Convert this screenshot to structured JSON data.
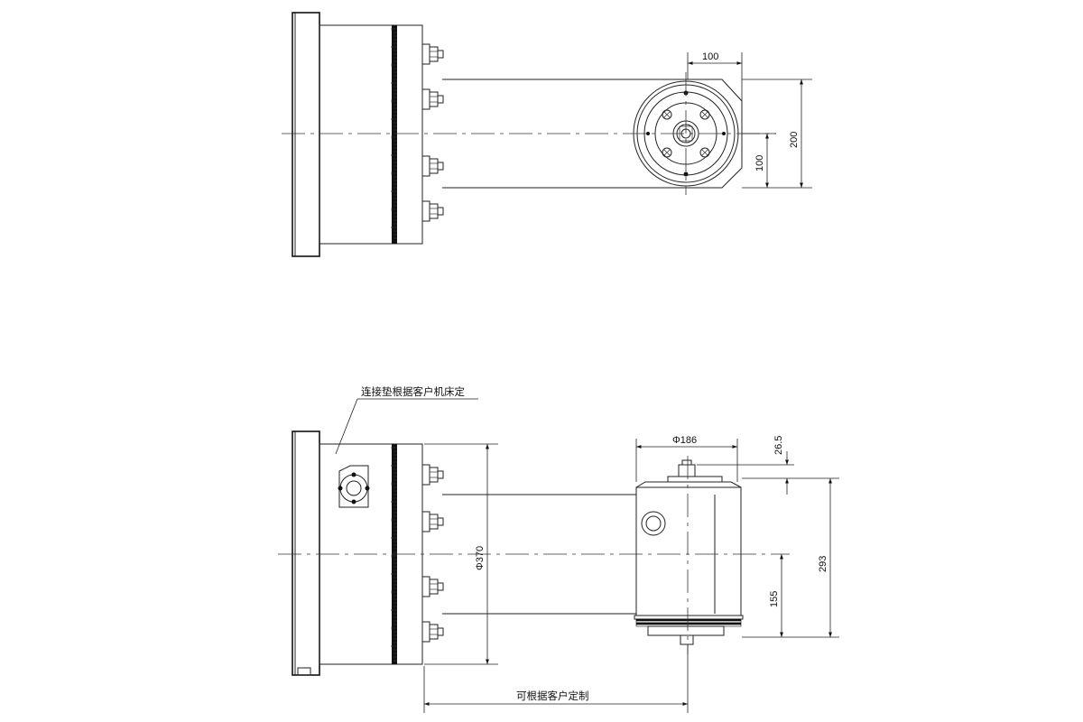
{
  "top_view": {
    "dim_width": "100",
    "dim_height_outer": "200",
    "dim_height_inner": "100"
  },
  "front_view": {
    "note_connection": "连接垫根据客户机床定",
    "dim_diameter_small": "Φ186",
    "dim_offset": "26.5",
    "dim_diameter_flange": "Φ370",
    "dim_center_height": "155",
    "dim_total_height": "293",
    "note_length": "可根据客户定制"
  }
}
